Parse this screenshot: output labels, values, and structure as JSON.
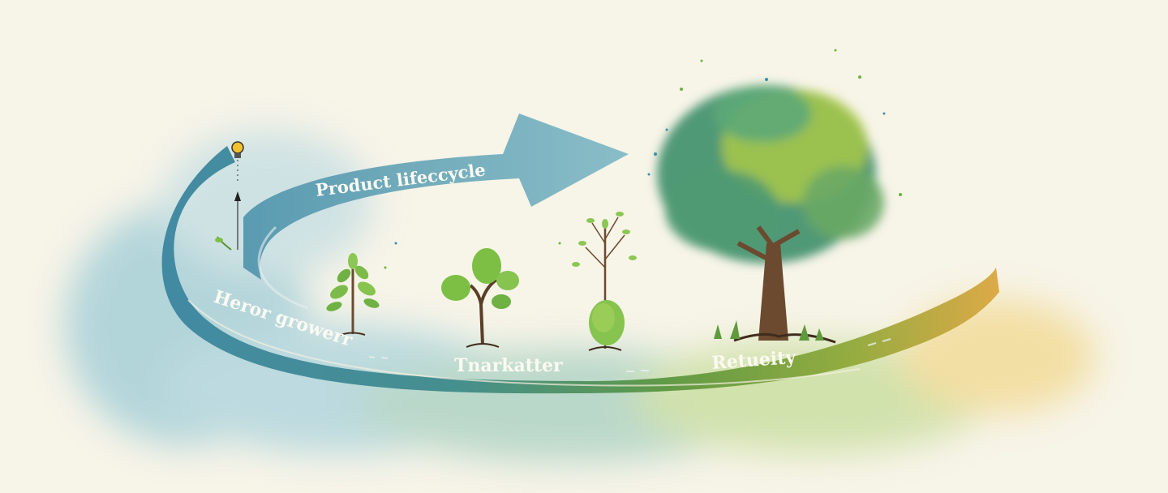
{
  "diagram": {
    "arrow_label": "Product lifeccycle",
    "stage_labels": {
      "intro": "Heror growerr",
      "middle": "Tnarkatter",
      "maturity": "Retueity"
    },
    "icons": {
      "idea": "lightbulb-icon",
      "seedling": "seedling-icon",
      "sapling": "sapling-icon",
      "young_tree": "young-tree-icon",
      "thin_tree": "thin-tree-icon",
      "big_tree": "big-tree-icon"
    },
    "colors": {
      "background": "#f7f4e8",
      "teal": "#3f8da6",
      "blue_light": "#7fb9c9",
      "green": "#5f9a3c",
      "leaf": "#6fb143",
      "ochre": "#d9a441",
      "trunk": "#6b4a2f",
      "canopy_dark": "#3f8f6a",
      "canopy_light": "#a9c94a"
    }
  }
}
